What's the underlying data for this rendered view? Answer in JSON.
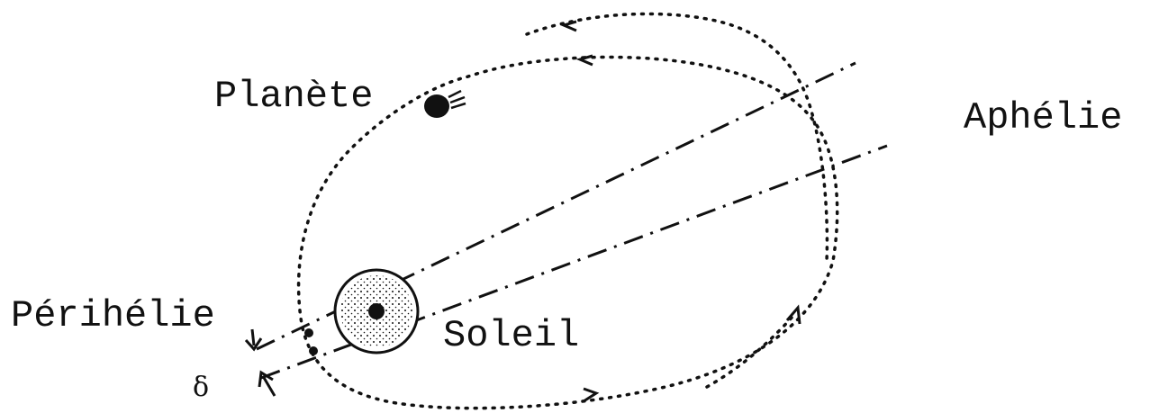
{
  "labels": {
    "planet": "Planète",
    "aphelion": "Aphélie",
    "perihelion": "Périhélie",
    "sun": "Soleil",
    "delta": "δ"
  },
  "colors": {
    "ink": "#111111",
    "background": "#ffffff"
  }
}
